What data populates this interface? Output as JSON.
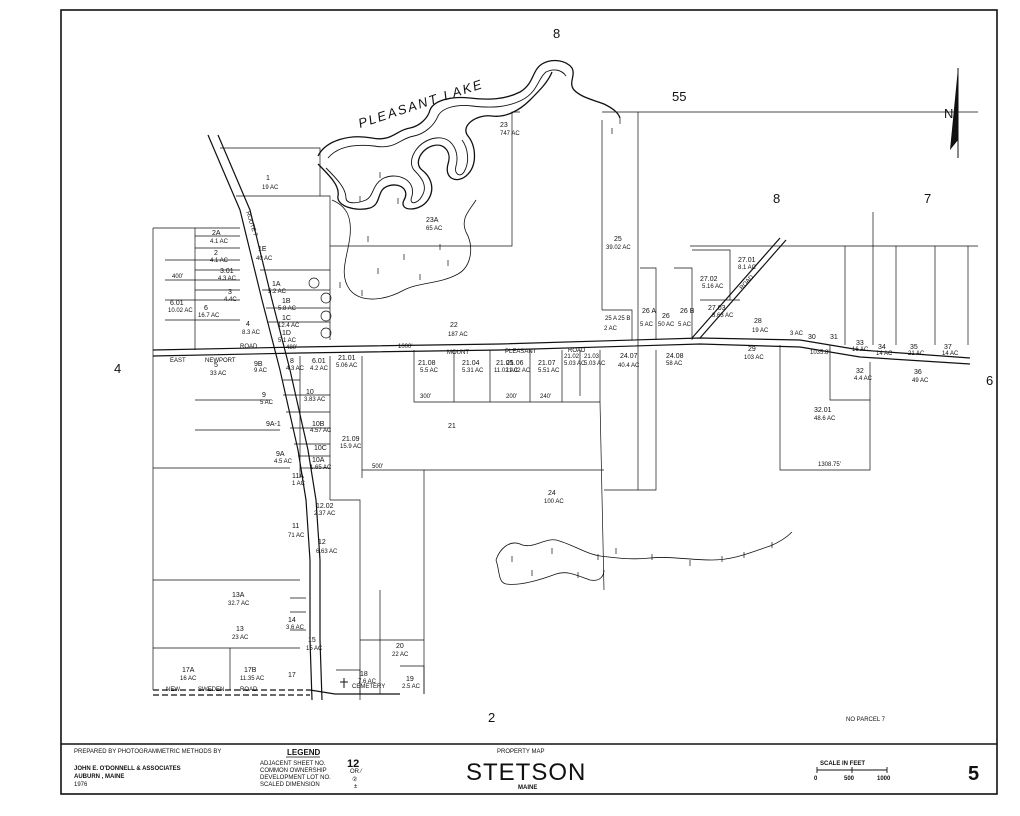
{
  "map": {
    "lake_name": "PLEASANT LAKE",
    "adjacent": {
      "top": "8",
      "top_right_a": "55",
      "right_a": "8",
      "right_b": "7",
      "left": "4",
      "right_edge": "6",
      "bottom": "2"
    },
    "roads": {
      "route": "ROUTE 7",
      "mount": "MOUNT",
      "pleasant": "PLEASANT",
      "road": "ROAD",
      "east": "EAST",
      "newport": "NEWPORT",
      "newport_road": "ROAD",
      "new": "NEW",
      "sweden": "SWEDEN",
      "sweden_road": "ROAD",
      "dauphinee": "ROAD"
    },
    "no_parcel": "NO PARCEL 7",
    "north_label": "N",
    "parcels": [
      {
        "id": "1",
        "area": "19 AC"
      },
      {
        "id": "1E",
        "area": "40 AC"
      },
      {
        "id": "2A",
        "area": "4.1 AC"
      },
      {
        "id": "2",
        "area": "4.1 AC"
      },
      {
        "id": "3.01",
        "area": "4.3 AC"
      },
      {
        "id": "3",
        "area": "4.4C"
      },
      {
        "id": "6.01",
        "area": "10.02 AC"
      },
      {
        "id": "6",
        "area": "16.7 AC"
      },
      {
        "id": "4",
        "area": "8.3 AC"
      },
      {
        "id": "1A",
        "area": "5.2 AC"
      },
      {
        "id": "1B",
        "area": "5.8 AC"
      },
      {
        "id": "1C",
        "area": "12.4 AC"
      },
      {
        "id": "1D",
        "area": "5.1 AC"
      },
      {
        "id": "23",
        "area": "747 AC"
      },
      {
        "id": "23A",
        "area": "65 AC"
      },
      {
        "id": "22",
        "area": "187 AC"
      },
      {
        "id": "25",
        "area": "39.02 AC"
      },
      {
        "id": "25 A",
        "area": "2 AC"
      },
      {
        "id": "25 B",
        "area": ""
      },
      {
        "id": "26 A",
        "area": "5 AC"
      },
      {
        "id": "26",
        "area": "50 AC"
      },
      {
        "id": "26 B",
        "area": "5 AC"
      },
      {
        "id": "27.01",
        "area": "8.1 AC"
      },
      {
        "id": "27.02",
        "area": "5.16 AC"
      },
      {
        "id": "27.03",
        "area": "3.63 AC"
      },
      {
        "id": "28",
        "area": "19 AC"
      },
      {
        "id": "29",
        "area": "103 AC"
      },
      {
        "id": "30",
        "area": "3 AC"
      },
      {
        "id": "31",
        "area": ""
      },
      {
        "id": "32",
        "area": "4.4 AC"
      },
      {
        "id": "32.01",
        "area": "48.6 AC"
      },
      {
        "id": "33",
        "area": "16 AC"
      },
      {
        "id": "34",
        "area": "14 AC"
      },
      {
        "id": "35",
        "area": "21 AC"
      },
      {
        "id": "36",
        "area": "49 AC"
      },
      {
        "id": "37",
        "area": "14 AC"
      },
      {
        "id": "5",
        "area": "33 AC"
      },
      {
        "id": "9B",
        "area": "9 AC"
      },
      {
        "id": "8",
        "area": "4.3 AC"
      },
      {
        "id": "6.01b",
        "area": "4.2 AC"
      },
      {
        "id": "10",
        "area": "3.83 AC"
      },
      {
        "id": "9",
        "area": "5 AC"
      },
      {
        "id": "10B",
        "area": "4.57 AC"
      },
      {
        "id": "9A-1",
        "area": ""
      },
      {
        "id": "9A",
        "area": "4.5 AC"
      },
      {
        "id": "10C",
        "area": ""
      },
      {
        "id": "10A",
        "area": "1.65 AC"
      },
      {
        "id": "21.01",
        "area": "5.06 AC"
      },
      {
        "id": "21.08",
        "area": "5.5 AC"
      },
      {
        "id": "21.04",
        "area": "5.31 AC"
      },
      {
        "id": "21.05",
        "area": "11.02 AC"
      },
      {
        "id": "21.06",
        "area": "11.02 AC"
      },
      {
        "id": "21.07",
        "area": "5.51 AC"
      },
      {
        "id": "21.02",
        "area": "5.03 AC"
      },
      {
        "id": "21.03",
        "area": "5.03 AC"
      },
      {
        "id": "24.07",
        "area": "40.4 AC"
      },
      {
        "id": "24.08",
        "area": "58 AC"
      },
      {
        "id": "21.09",
        "area": "15.9 AC"
      },
      {
        "id": "21",
        "area": ""
      },
      {
        "id": "11A",
        "area": "1 AC"
      },
      {
        "id": "11",
        "area": "71 AC"
      },
      {
        "id": "12.02",
        "area": "2.37 AC"
      },
      {
        "id": "12",
        "area": "6.63 AC"
      },
      {
        "id": "24",
        "area": "100 AC"
      },
      {
        "id": "13A",
        "area": "32.7 AC"
      },
      {
        "id": "13",
        "area": "23 AC"
      },
      {
        "id": "14",
        "area": "3.6 AC"
      },
      {
        "id": "15",
        "area": "15 AC"
      },
      {
        "id": "20",
        "area": "22 AC"
      },
      {
        "id": "17A",
        "area": "16 AC"
      },
      {
        "id": "17B",
        "area": "11.35 AC"
      },
      {
        "id": "17",
        "area": ""
      },
      {
        "id": "18",
        "area": "7.6 AC"
      },
      {
        "id": "19",
        "area": "2.5 AC"
      }
    ],
    "cemetery_label": "CEMETERY",
    "dims": [
      "300'",
      "240'",
      "500'",
      "200'",
      "1035.8'",
      "1308.75'",
      "480'",
      "400'",
      "1000'"
    ]
  },
  "title_block": {
    "prepared_line": "PREPARED BY PHOTOGRAMMETRIC METHODS BY",
    "firm": "JOHN E. O'DONNELL & ASSOCIATES",
    "city": "AUBURN , MAINE",
    "year": "1976",
    "legend_title": "LEGEND",
    "legend_items": [
      {
        "label": "ADJACENT SHEET NO.",
        "symbol": "12"
      },
      {
        "label": "COMMON OWNERSHIP",
        "symbol": "OR ⁄"
      },
      {
        "label": "DEVELOPMENT LOT NO.",
        "symbol": "②"
      },
      {
        "label": "SCALED DIMENSION",
        "symbol": "±"
      }
    ],
    "property_map": "PROPERTY   MAP",
    "town": "STETSON",
    "state": "MAINE",
    "scale_title": "SCALE  IN  FEET",
    "scale_ticks": [
      "0",
      "500",
      "1000"
    ],
    "sheet_number": "5"
  }
}
